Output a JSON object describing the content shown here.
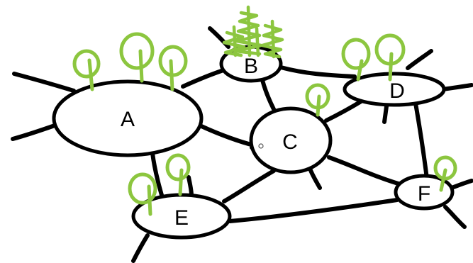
{
  "colors": {
    "background": "#ffffff",
    "stroke": "#000000",
    "tree": "#8cc63f"
  },
  "nodes": [
    {
      "id": "A",
      "label": "A"
    },
    {
      "id": "B",
      "label": "B"
    },
    {
      "id": "C",
      "label": "C"
    },
    {
      "id": "D",
      "label": "D"
    },
    {
      "id": "E",
      "label": "E"
    },
    {
      "id": "F",
      "label": "F"
    }
  ],
  "edges": [
    [
      "A",
      "B"
    ],
    [
      "A",
      "C"
    ],
    [
      "A",
      "E"
    ],
    [
      "B",
      "C"
    ],
    [
      "B",
      "D"
    ],
    [
      "C",
      "D"
    ],
    [
      "C",
      "E"
    ],
    [
      "C",
      "F"
    ],
    [
      "D",
      "F"
    ],
    [
      "E",
      "F"
    ]
  ],
  "icons": {
    "tree": "tree-icon",
    "forest": "forest-icon"
  }
}
